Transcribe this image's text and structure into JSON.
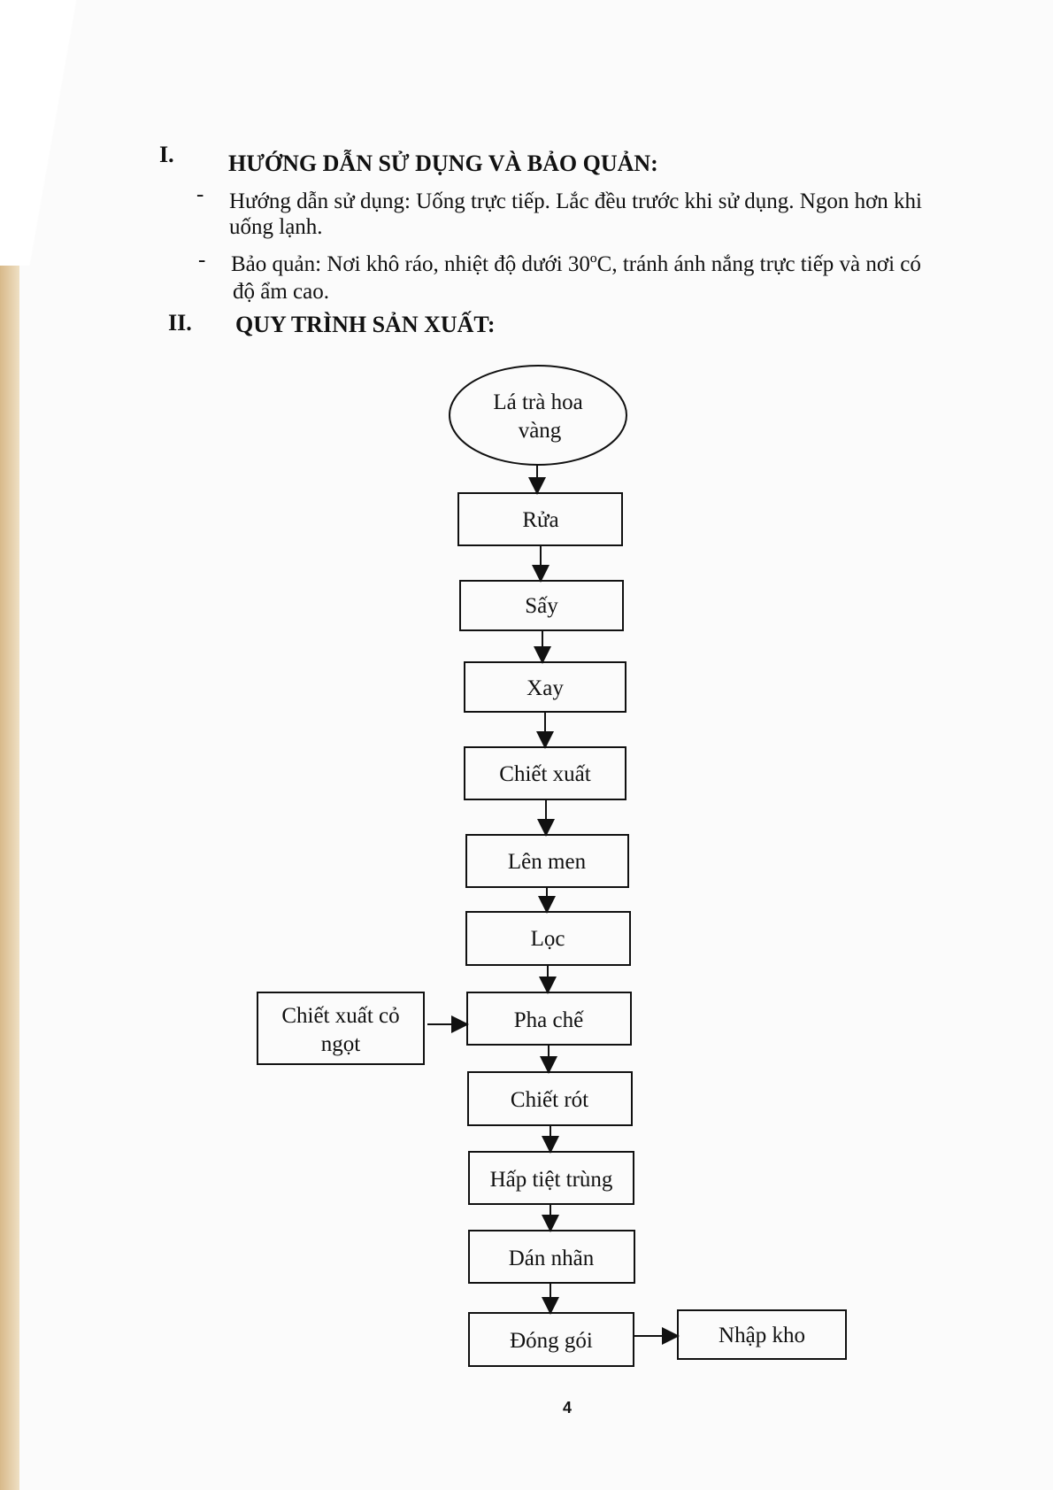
{
  "section1": {
    "number": "I.",
    "title": "HƯỚNG DẪN SỬ DỤNG VÀ BẢO QUẢN:",
    "bullets": [
      {
        "dash": "-",
        "line1": "Hướng dẫn sử dụng: Uống trực tiếp. Lắc đều trước khi sử dụng. Ngon hơn khi",
        "line2": "uống lạnh."
      },
      {
        "dash": "-",
        "line1": "Bảo quản: Nơi khô ráo, nhiệt độ dưới 30ºC, tránh ánh nắng trực tiếp và nơi có",
        "line2": "độ ẩm cao."
      }
    ]
  },
  "section2": {
    "number": "II.",
    "title": "QUY TRÌNH SẢN XUẤT:"
  },
  "flow": {
    "start": {
      "line1": "Lá trà hoa",
      "line2": "vàng"
    },
    "steps": [
      "Rửa",
      "Sấy",
      "Xay",
      "Chiết xuất",
      "Lên men",
      "Lọc",
      "Pha chế",
      "Chiết rót",
      "Hấp tiệt trùng",
      "Dán nhãn",
      "Đóng gói"
    ],
    "side_input": {
      "line1": "Chiết xuất cỏ",
      "line2": "ngọt"
    },
    "end": "Nhập kho"
  },
  "page_number": "4"
}
